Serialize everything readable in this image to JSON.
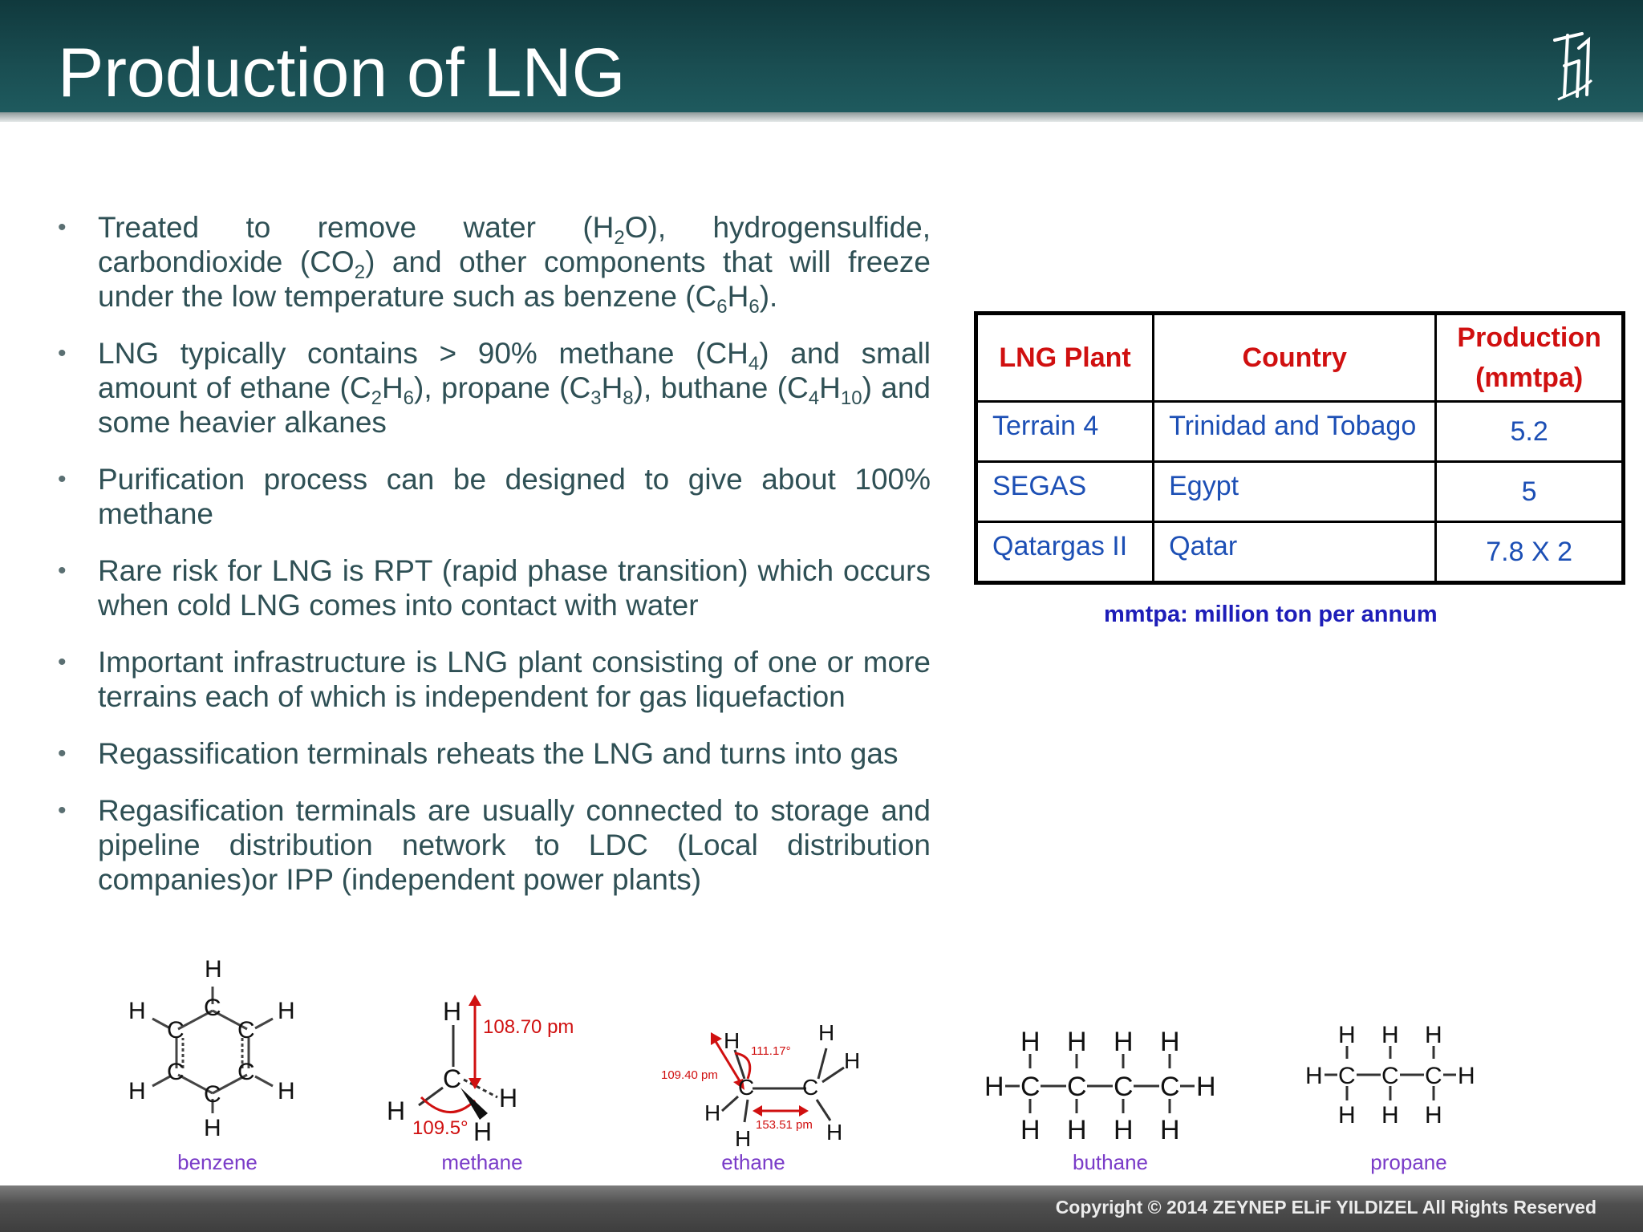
{
  "slide": {
    "title": "Production of LNG"
  },
  "bullets": [
    {
      "html": "Treated to remove water (H<sub>2</sub>O), hydrogensulfide, carbondioxide (CO<sub>2</sub>) and other components that will freeze under the low temperature such as benzene (C<sub>6</sub>H<sub>6</sub>)."
    },
    {
      "html": "LNG typically contains &gt; 90% methane (CH<sub>4</sub>) and small amount of ethane (C<sub>2</sub>H<sub>6</sub>), propane (C<sub>3</sub>H<sub>8</sub>), buthane (C<sub>4</sub>H<sub>10</sub>) and some heavier alkanes"
    },
    {
      "html": "Purification process can be designed to give about 100% methane"
    },
    {
      "html": "Rare risk for LNG is RPT (rapid phase transition) which occurs when cold LNG comes into contact with water"
    },
    {
      "html": "Important infrastructure is LNG plant consisting of one or more terrains each of which is independent for gas liquefaction"
    },
    {
      "html": "Regassification terminals reheats the LNG and turns into gas"
    },
    {
      "html": "Regasification terminals are usually connected to storage and pipeline distribution network to LDC (Local distribution companies)or IPP (independent power plants)"
    }
  ],
  "table": {
    "headers": [
      "LNG Plant",
      "Country",
      "Production (mmtpa)"
    ],
    "rows": [
      [
        "Terrain 4",
        "Trinidad and Tobago",
        "5.2"
      ],
      [
        "SEGAS",
        "Egypt",
        "5"
      ],
      [
        "Qatargas II",
        "Qatar",
        "7.8 X 2"
      ]
    ],
    "note": "mmtpa: million ton per annum"
  },
  "molecules": {
    "benzene": {
      "label": "benzene"
    },
    "methane": {
      "label": "methane",
      "bond_length": "108.70 pm",
      "angle": "109.5°"
    },
    "ethane": {
      "label": "ethane",
      "angle": "111.17°",
      "ch_length": "109.40 pm",
      "cc_length": "153.51 pm"
    },
    "buthane": {
      "label": "buthane"
    },
    "propane": {
      "label": "propane"
    },
    "atoms": {
      "h": "H",
      "c": "C"
    }
  },
  "footer": {
    "copyright": "Copyright © 2014 ZEYNEP ELiF YILDIZEL All Rights Reserved"
  },
  "colors": {
    "header": "#1a4e52",
    "body_text": "#2f5055",
    "table_header": "#d01010",
    "table_text": "#1c4fb5",
    "label": "#7a3cc8"
  }
}
